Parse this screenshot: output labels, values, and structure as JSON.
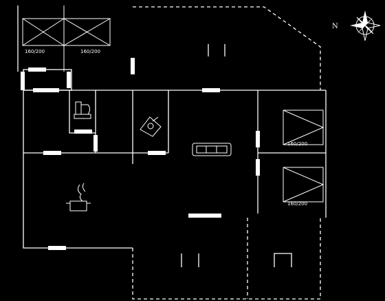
{
  "compass": {
    "label": "N",
    "icon": "compass-rose-icon"
  },
  "beds": {
    "terrace_left": "160/200",
    "terrace_right": "160/200",
    "bedroom_top": "160/200",
    "bedroom_bottom": "160/200"
  },
  "icons": {
    "toilet": "toilet-icon",
    "sink": "sink-icon",
    "sofa": "sofa-icon",
    "cooking_pot": "cooking-pot-icon"
  },
  "colors": {
    "background": "#000000",
    "lines": "#ffffff"
  }
}
